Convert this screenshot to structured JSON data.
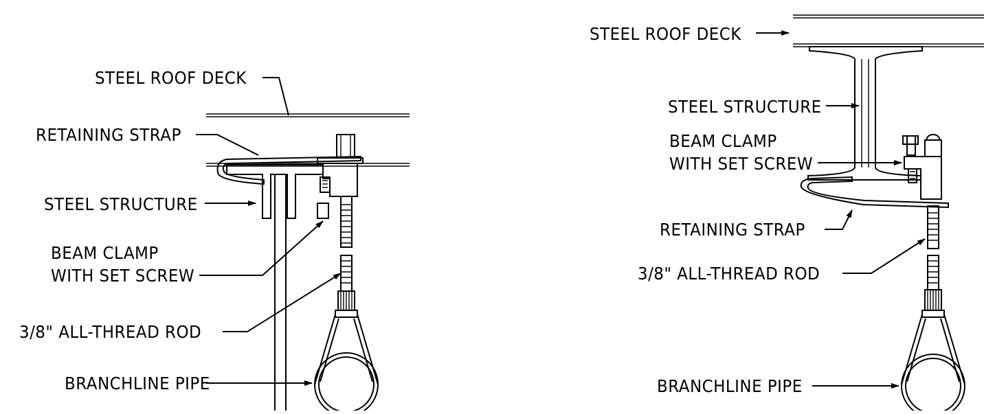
{
  "left_detail": {
    "labels": {
      "roof_deck": "STEEL ROOF DECK",
      "retaining_strap": "RETAINING STRAP",
      "steel_structure": "STEEL STRUCTURE",
      "beam_clamp_line1": "BEAM CLAMP",
      "beam_clamp_line2": "WITH SET SCREW",
      "rod": "3/8\" ALL-THREAD ROD",
      "pipe": "BRANCHLINE PIPE"
    }
  },
  "right_detail": {
    "labels": {
      "roof_deck": "STEEL ROOF DECK",
      "steel_structure": "STEEL STRUCTURE",
      "beam_clamp_line1": "BEAM CLAMP",
      "beam_clamp_line2": "WITH SET SCREW",
      "retaining_strap": "RETAINING STRAP",
      "rod": "3/8\" ALL-THREAD ROD",
      "pipe": "BRANCHLINE PIPE"
    }
  }
}
